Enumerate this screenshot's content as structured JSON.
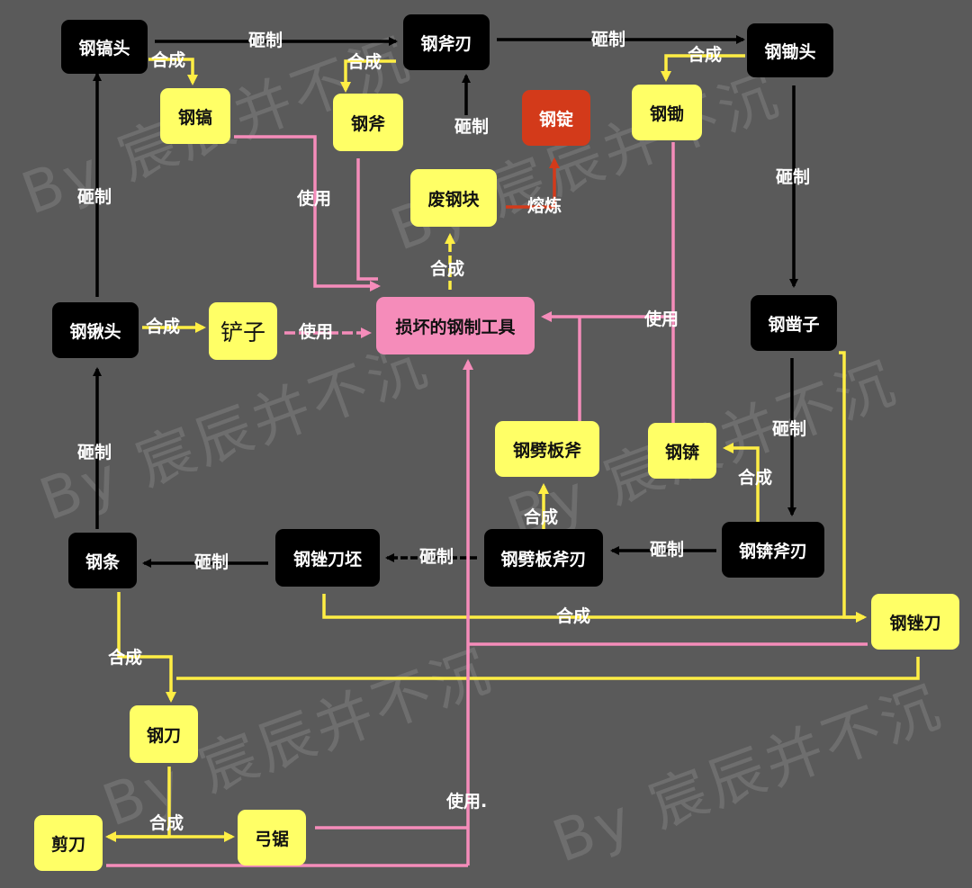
{
  "colors": {
    "black_node": "#000000",
    "yellow_node": "#ffff66",
    "ingot_node": "#d33a1a",
    "pink_node": "#f58cba",
    "pink_line": "#f58cba",
    "yellow_line": "#ffee44",
    "black_line": "#000000",
    "red_line": "#d33a1a",
    "background": "#5a5a5a"
  },
  "watermark": "By 宸辰并不沉",
  "nodes": {
    "steel_pickaxe_head": "钢镐头",
    "steel_axe_blade": "钢斧刃",
    "steel_hoe_head": "钢锄头",
    "steel_pickaxe": "钢镐",
    "steel_axe": "钢斧",
    "steel_ingot": "钢锭",
    "steel_hoe": "钢锄",
    "scrap_steel": "废钢块",
    "steel_shovel_head": "钢锹头",
    "shovel": "铲子",
    "broken_tools": "损坏的钢制工具",
    "steel_chisel": "钢凿子",
    "steel_cleaver_axe": "钢劈板斧",
    "steel_adze": "钢锛",
    "steel_bar": "钢条",
    "steel_file_blank": "钢锉刀坯",
    "steel_cleaver_blade": "钢劈板斧刃",
    "steel_adze_blade": "钢锛斧刃",
    "steel_file": "钢锉刀",
    "steel_knife": "钢刀",
    "scissors": "剪刀",
    "bow_saw": "弓锯"
  },
  "labels": {
    "forge": "砸制",
    "craft": "合成",
    "use": "使用",
    "use_dot": "使用.",
    "smelt": "熔炼"
  }
}
